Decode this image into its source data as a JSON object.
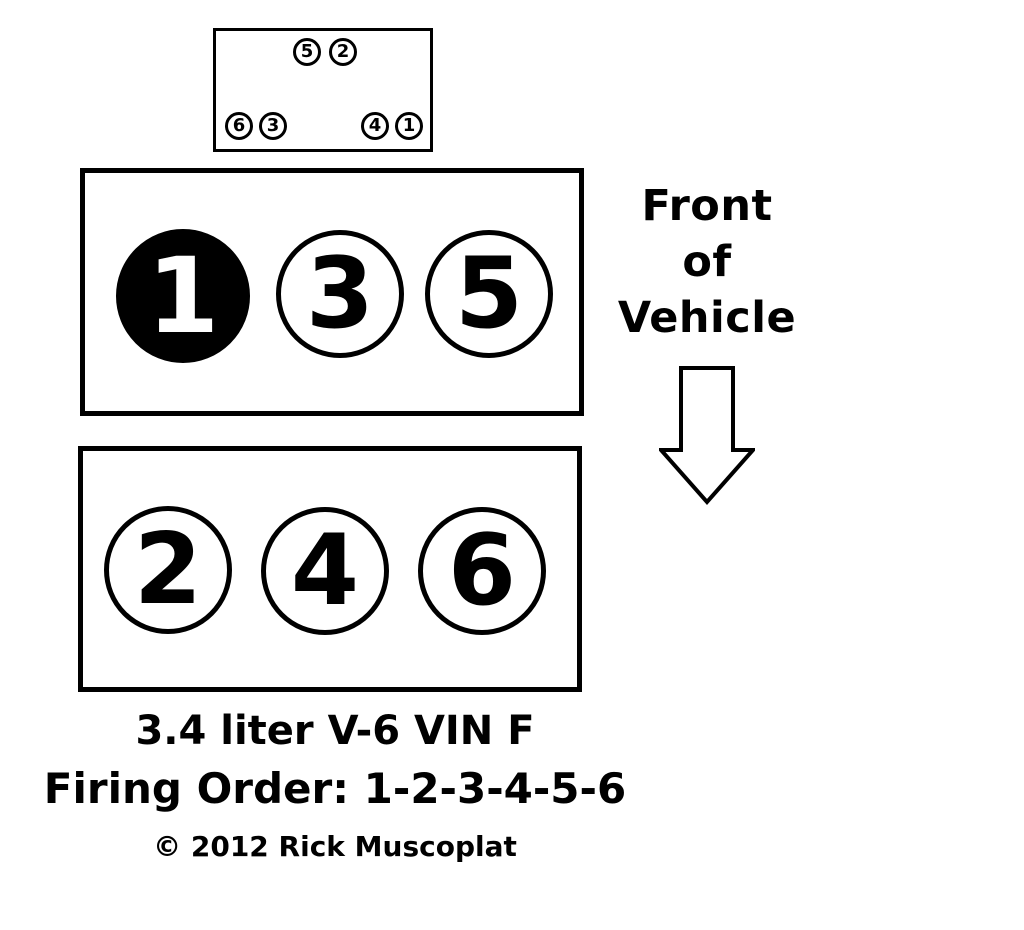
{
  "diagram": {
    "coil_pack": {
      "terminals": [
        {
          "label": "5"
        },
        {
          "label": "2"
        },
        {
          "label": "6"
        },
        {
          "label": "3"
        },
        {
          "label": "4"
        },
        {
          "label": "1"
        }
      ]
    },
    "rear_bank": {
      "cylinders": [
        {
          "label": "1",
          "filled": true
        },
        {
          "label": "3",
          "filled": false
        },
        {
          "label": "5",
          "filled": false
        }
      ]
    },
    "front_bank": {
      "cylinders": [
        {
          "label": "2",
          "filled": false
        },
        {
          "label": "4",
          "filled": false
        },
        {
          "label": "6",
          "filled": false
        }
      ]
    },
    "front_of_vehicle": {
      "lines": [
        "Front",
        "of",
        "Vehicle"
      ]
    },
    "caption": {
      "engine": "3.4 liter V-6 VIN F",
      "firing_order": "Firing Order: 1-2-3-4-5-6",
      "copyright": "© 2012 Rick Muscoplat"
    },
    "colors": {
      "ink": "#000000",
      "background": "#ffffff",
      "highlighted_cylinder_fill": "#000000"
    }
  }
}
